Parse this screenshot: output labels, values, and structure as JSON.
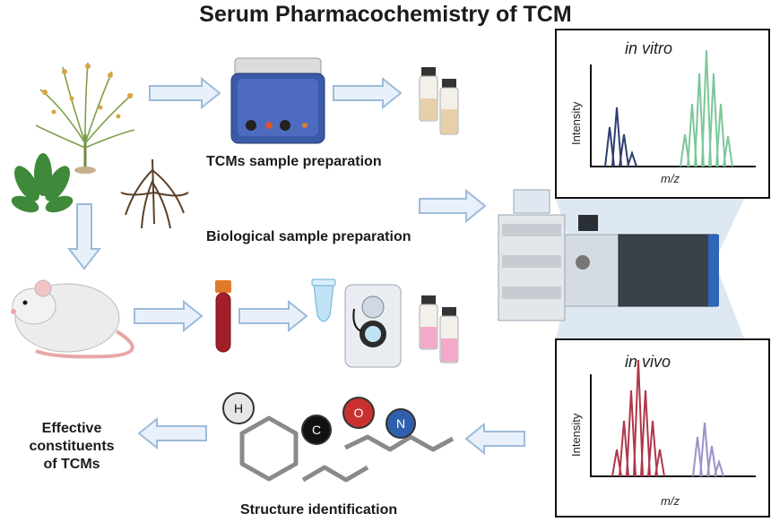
{
  "title": "Serum Pharmacochemistry of TCM",
  "labels": {
    "tcm_prep": "TCMs sample preparation",
    "bio_prep": "Biological sample preparation",
    "structure": "Structure identification",
    "effective_line1": "Effective",
    "effective_line2": "constituents",
    "effective_line3": "of TCMs"
  },
  "panels": {
    "in_vitro": {
      "title": "in vitro",
      "ylabel": "Intensity",
      "xlabel": "m/z"
    },
    "in_vivo": {
      "title": "in vivo",
      "ylabel": "Intensity",
      "xlabel": "m/z"
    }
  },
  "atoms": {
    "h": "H",
    "c": "C",
    "o": "O",
    "n": "N"
  },
  "colors": {
    "arrow_fill": "#e8f1fb",
    "arrow_stroke": "#9dbbd9",
    "vitro_left": "#2e3f6e",
    "vitro_right": "#7cc79b",
    "vivo_left": "#b0364a",
    "vivo_right": "#9a92c9",
    "atom_o": "#c93131",
    "atom_n": "#2f5fad",
    "atom_c": "#111111",
    "atom_h": "#e6e6e6"
  }
}
